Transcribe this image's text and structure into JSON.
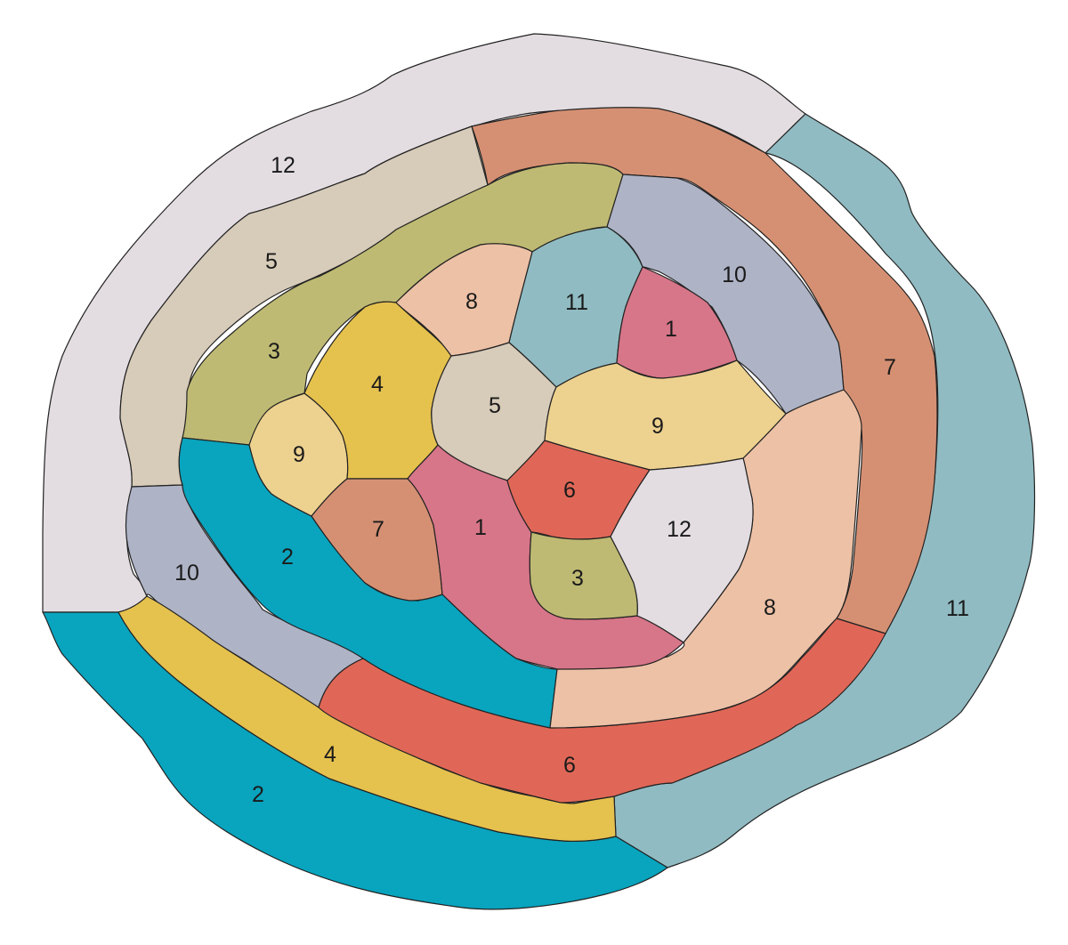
{
  "palette": {
    "c1": "#D77589",
    "c2": "#09A4BE",
    "c3": "#BFBA73",
    "c4": "#E5C14E",
    "c5": "#D7CBB9",
    "c6": "#E06757",
    "c7": "#D59073",
    "c8": "#EDC1A6",
    "c9": "#EDD18F",
    "c10": "#AEB3C6",
    "c11": "#90BBC2",
    "c12": "#E3DDE1"
  },
  "regions": [
    {
      "id": "outer-12",
      "label": "12",
      "color_key": "c12"
    },
    {
      "id": "outer-11",
      "label": "11",
      "color_key": "c11"
    },
    {
      "id": "outer-2",
      "label": "2",
      "color_key": "c2"
    },
    {
      "id": "band-7",
      "label": "7",
      "color_key": "c7"
    },
    {
      "id": "band-5",
      "label": "5",
      "color_key": "c5"
    },
    {
      "id": "band-10",
      "label": "10",
      "color_key": "c10"
    },
    {
      "id": "band-4",
      "label": "4",
      "color_key": "c4"
    },
    {
      "id": "band-6",
      "label": "6",
      "color_key": "c6"
    },
    {
      "id": "band-3",
      "label": "3",
      "color_key": "c3"
    },
    {
      "id": "band-2",
      "label": "2",
      "color_key": "c2"
    },
    {
      "id": "band-10b",
      "label": "10",
      "color_key": "c10"
    },
    {
      "id": "band-8",
      "label": "8",
      "color_key": "c8"
    },
    {
      "id": "inner-9a",
      "label": "9",
      "color_key": "c9"
    },
    {
      "id": "inner-4",
      "label": "4",
      "color_key": "c4"
    },
    {
      "id": "inner-8",
      "label": "8",
      "color_key": "c8"
    },
    {
      "id": "inner-11",
      "label": "11",
      "color_key": "c11"
    },
    {
      "id": "inner-1a",
      "label": "1",
      "color_key": "c1"
    },
    {
      "id": "inner-5",
      "label": "5",
      "color_key": "c5"
    },
    {
      "id": "inner-9b",
      "label": "9",
      "color_key": "c9"
    },
    {
      "id": "inner-7",
      "label": "7",
      "color_key": "c7"
    },
    {
      "id": "inner-1b",
      "label": "1",
      "color_key": "c1"
    },
    {
      "id": "inner-6",
      "label": "6",
      "color_key": "c6"
    },
    {
      "id": "inner-3",
      "label": "3",
      "color_key": "c3"
    },
    {
      "id": "inner-12",
      "label": "12",
      "color_key": "c12"
    }
  ]
}
